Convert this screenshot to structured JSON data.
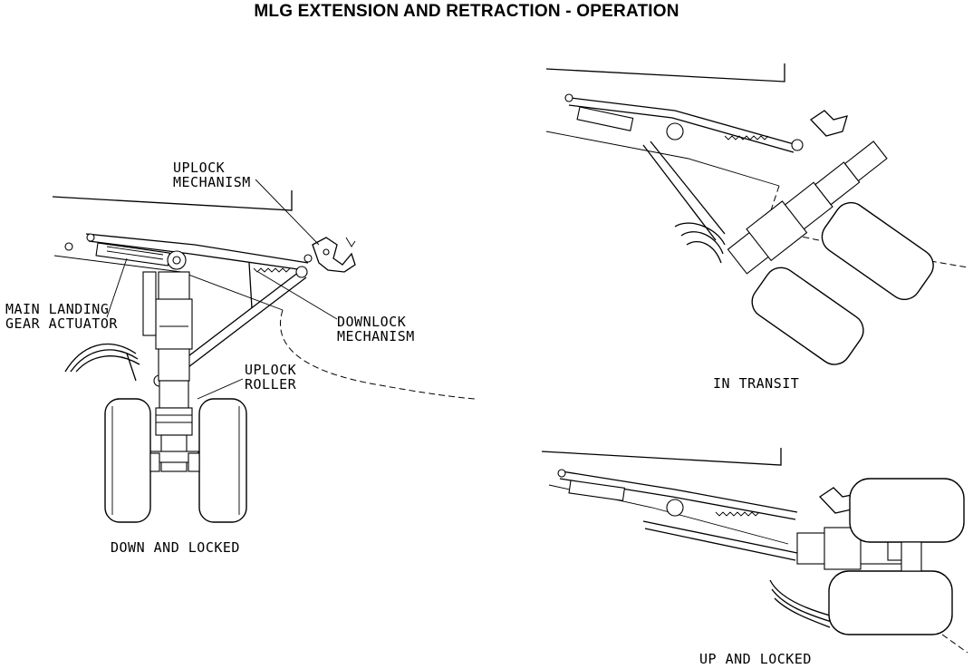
{
  "title": "MLG EXTENSION AND RETRACTION - OPERATION",
  "views": {
    "down": {
      "caption": "DOWN AND LOCKED"
    },
    "transit": {
      "caption": "IN TRANSIT"
    },
    "up": {
      "caption": "UP AND LOCKED"
    }
  },
  "callouts": {
    "uplock_mechanism": {
      "line1": "UPLOCK",
      "line2": "MECHANISM"
    },
    "actuator": {
      "line1": "MAIN LANDING",
      "line2": "GEAR ACTUATOR"
    },
    "downlock_mechanism": {
      "line1": "DOWNLOCK",
      "line2": "MECHANISM"
    },
    "uplock_roller": {
      "line1": "UPLOCK",
      "line2": "ROLLER"
    }
  }
}
